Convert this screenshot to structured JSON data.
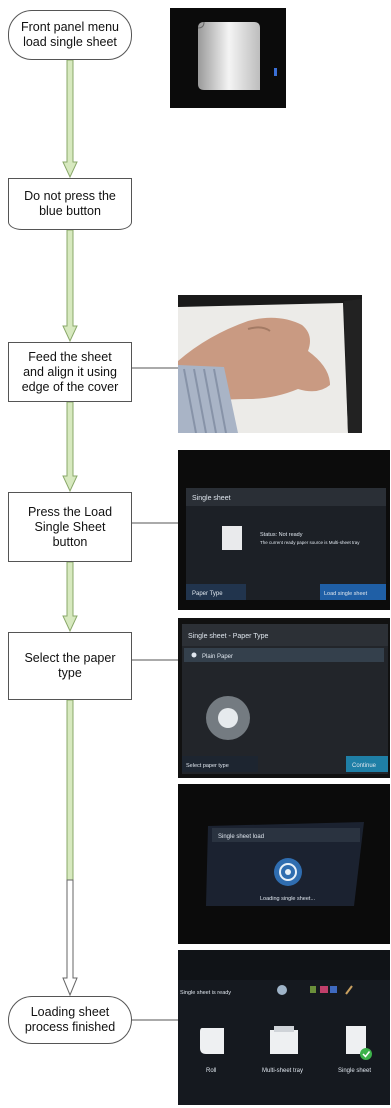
{
  "steps": [
    {
      "label": "Front panel menu\nload single sheet"
    },
    {
      "label": "Do not press the\nblue button"
    },
    {
      "label": "Feed the sheet\nand align it using\nedge of the cover"
    },
    {
      "label": "Press the Load\nSingle Sheet\nbutton"
    },
    {
      "label": "Select the paper\ntype"
    },
    {
      "label": "Loading sheet\nprocess finished"
    }
  ],
  "screens": {
    "s4": {
      "title": "Single sheet",
      "status": "Status: Not ready",
      "detail": "The current ready paper source is Multi-sheet tray",
      "left_button": "Paper Type",
      "right_button": "Load single sheet"
    },
    "s5": {
      "title": "Single sheet - Paper Type",
      "option": "Plain Paper",
      "left_button": "Select paper type",
      "right_button": "Continue"
    },
    "s6": {
      "title": "Single sheet load",
      "message": "Loading single sheet..."
    },
    "s7": {
      "status": "Single sheet is ready",
      "tiles": [
        "Roll",
        "Multi-sheet tray",
        "Single sheet"
      ]
    }
  },
  "colors": {
    "arrow_fill": "#d7e9bf",
    "arrow_stroke": "#8aa86a",
    "last_arrow_fill": "#ffffff",
    "last_arrow_stroke": "#666666"
  }
}
